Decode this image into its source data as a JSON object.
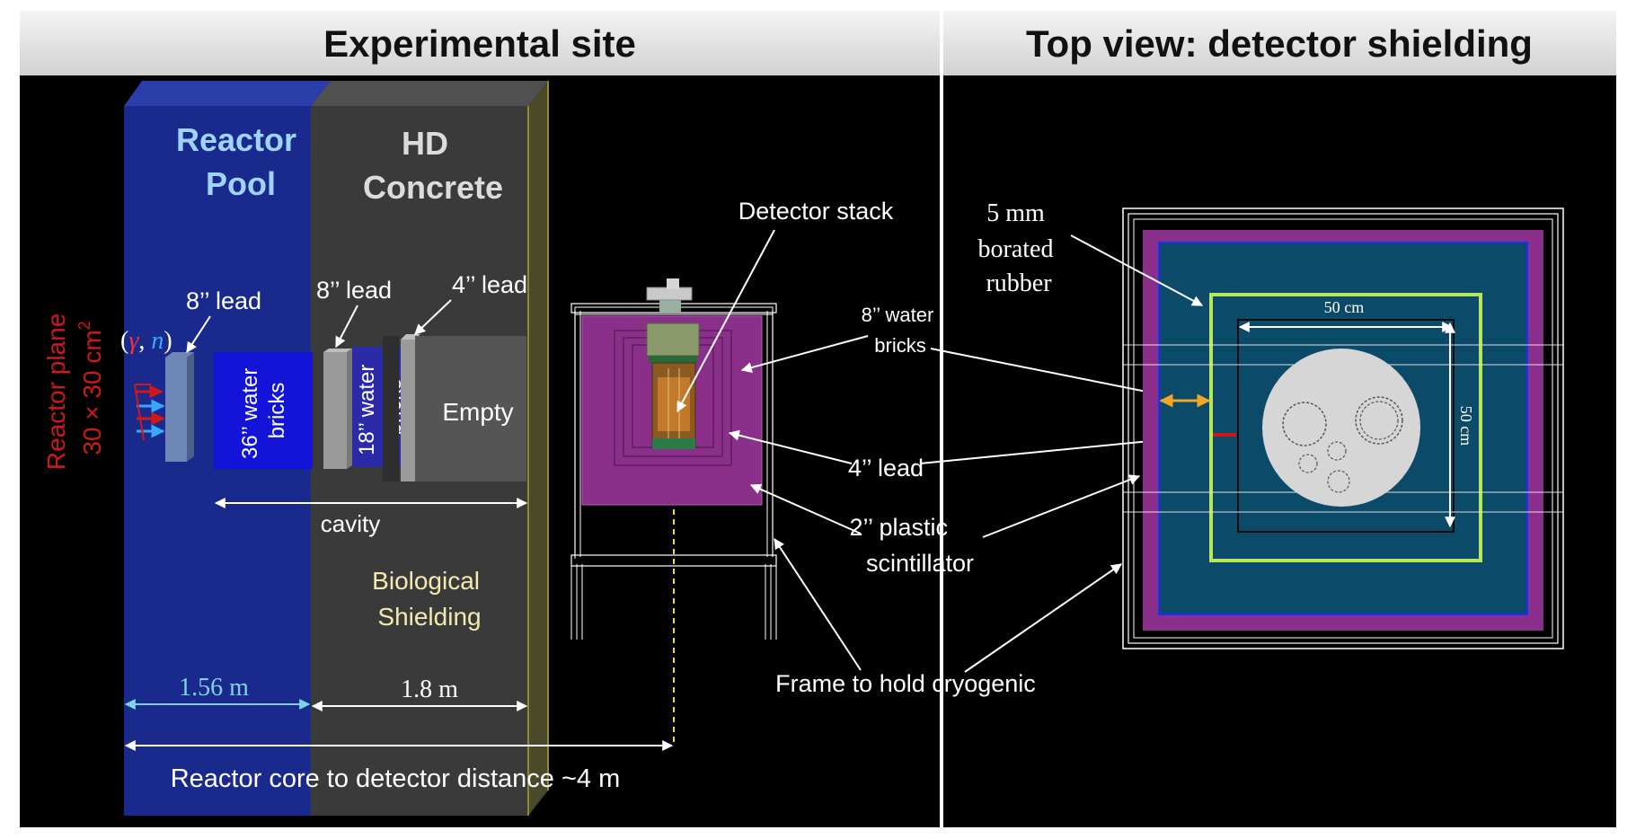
{
  "headers": {
    "left": "Experimental site",
    "right": "Top view: detector shielding"
  },
  "site": {
    "reactor_pool": [
      "Reactor",
      "Pool"
    ],
    "hd_concrete": [
      "HD",
      "Concrete"
    ],
    "reactor_plane": [
      "Reactor plane",
      "30 × 30 cm"
    ],
    "reactor_plane_sup": "2",
    "gamma_n": {
      "open": "(",
      "gamma": "γ",
      "comma": ", ",
      "n": "n",
      "close": ")"
    },
    "lead_8_a": "8’’ lead",
    "lead_8_b": "8’’ lead",
    "lead_4": "4’’ lead",
    "water_36": [
      "36’’ water",
      "bricks"
    ],
    "water_18": [
      "18’’ water",
      "bricks"
    ],
    "empty": "Empty",
    "cavity": "cavity",
    "biological": [
      "Biological",
      "Shielding"
    ],
    "dist_pool": "1.56 m",
    "dist_concrete": "1.8 m",
    "core_distance": "Reactor core to detector distance ~4 m"
  },
  "detector": {
    "stack": "Detector stack",
    "water_bricks": [
      "8’’ water",
      "bricks"
    ],
    "lead": "4’’ lead",
    "plastic": [
      "2’’ plastic",
      "scintillator"
    ],
    "frame": "Frame to hold cryogenic"
  },
  "topview": {
    "rubber": [
      "5 mm",
      "borated",
      "rubber"
    ],
    "dim_h": "50 cm",
    "dim_v": "50 cm"
  },
  "colors": {
    "header_bg": "#e4e4e4",
    "pool_blue": "#1a2a8c",
    "concrete": "#3a3a3a",
    "water_blue": "#1414d8",
    "lead_gray": "#9a9a9a",
    "shield_purple": "#8a2f8a",
    "inner_teal": "#0c4a6a",
    "light_blue_text": "#9fd4ff",
    "cream_text": "#f3eab0",
    "red_text": "#d01818"
  }
}
